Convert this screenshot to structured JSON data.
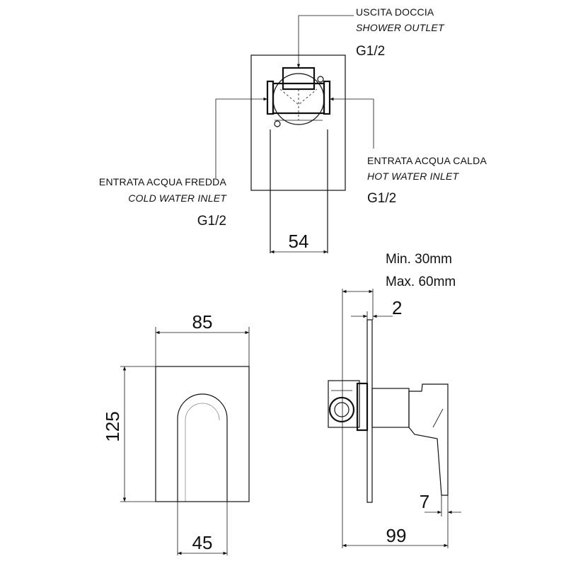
{
  "top_view": {
    "outlet": {
      "label_it": "USCITA DOCCIA",
      "label_en": "SHOWER OUTLET",
      "thread": "G1/2"
    },
    "cold_inlet": {
      "label_it": "ENTRATA ACQUA FREDDA",
      "label_en": "COLD WATER INLET",
      "thread": "G1/2"
    },
    "hot_inlet": {
      "label_it": "ENTRATA ACQUA CALDA",
      "label_en": "HOT WATER INLET",
      "thread": "G1/2"
    },
    "body_width": "54"
  },
  "front_view": {
    "plate_width": "85",
    "plate_height": "125",
    "opening_width": "45"
  },
  "side_view": {
    "wall_min": "Min. 30mm",
    "wall_max": "Max. 60mm",
    "plate_thickness": "2",
    "lever_offset": "7",
    "overall_depth": "99"
  }
}
